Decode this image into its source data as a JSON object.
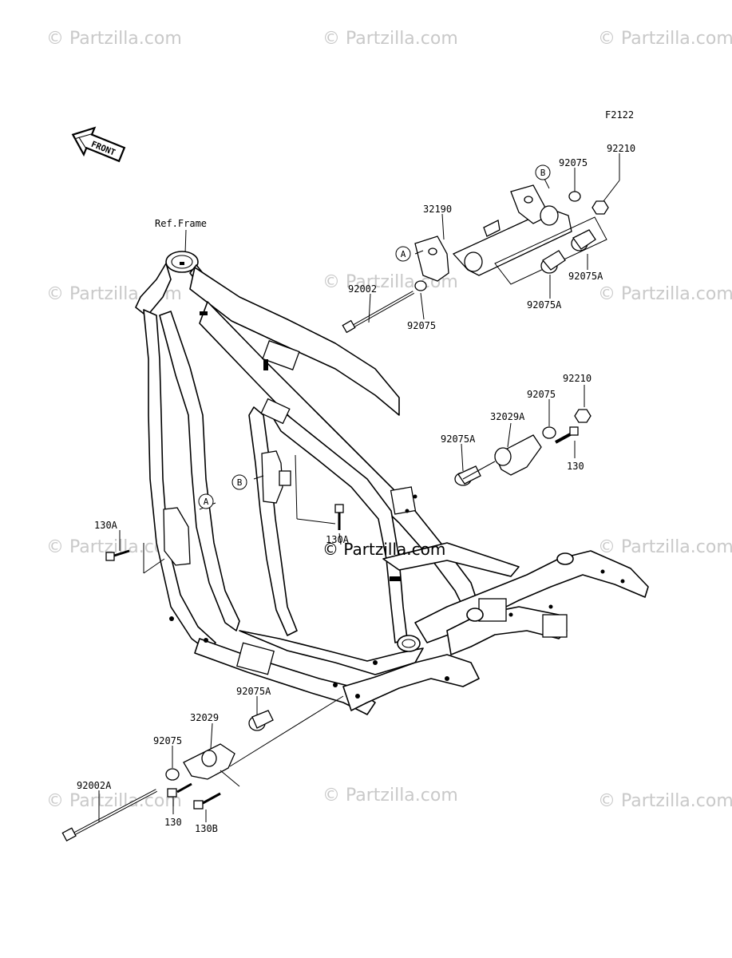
{
  "watermark": {
    "text": "© Partzilla.com",
    "center_text": "© Partzilla.com"
  },
  "figure_code": "F2122",
  "front_label": "FRONT",
  "ref_frame_label": "Ref.Frame",
  "circle_markers": {
    "a_top": "A",
    "b_top": "B",
    "a_left": "A",
    "b_left": "B"
  },
  "labels": {
    "p32190": "32190",
    "p92210_top": "92210",
    "p92075_top_b": "92075",
    "p92002": "92002",
    "p92075_top_washer": "92075",
    "p92075A_top_right": "92075A",
    "p92075A_top_mid": "92075A",
    "p92210_mid": "92210",
    "p92075_mid": "92075",
    "p32029A": "32029A",
    "p92075A_mid": "92075A",
    "p130_mid": "130",
    "p130A_left": "130A",
    "p130A_center": "130A",
    "p92075A_bottom": "92075A",
    "p32029": "32029",
    "p92075_bottom": "92075",
    "p92002A": "92002A",
    "p130_bottom": "130",
    "p130B": "130B"
  },
  "icons": {
    "front_arrow": "front-arrow-icon",
    "copyright": "copyright-icon"
  }
}
